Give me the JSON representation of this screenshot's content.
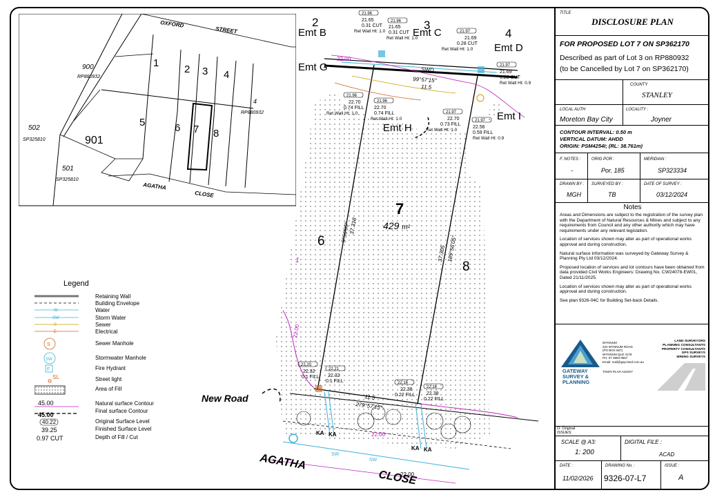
{
  "title_block": {
    "title_caption": "TITLE",
    "title": "DISCLOSURE PLAN",
    "subtitle": "FOR PROPOSED LOT 7 ON SP362170",
    "described_line1": "Described as part of Lot 3 on RP880932",
    "described_line2": "(to be Cancelled by Lot 7 on SP362170)",
    "county_caption": "COUNTY",
    "county": "STANLEY",
    "local_auth_caption": "LOCAL AUTH",
    "local_auth": "Moreton Bay City",
    "locality_caption": "LOCALITY :",
    "locality": "Joyner",
    "contour_interval": "CONTOUR INTERVAL: 0.50 m",
    "vertical_datum": "VERTICAL DATUM: AHDD",
    "origin": "ORIGIN: PSM4254I; (RL: 38.761m)",
    "fnotes_caption": "F. NOTES :",
    "fnotes": "-",
    "orig_por_caption": "ORIG POR :",
    "orig_por": "Por. 185",
    "meridian_caption": "MERIDIAN :",
    "meridian": "SP323334",
    "drawn_by_caption": "DRAWN BY :",
    "drawn_by": "MGH",
    "surveyed_by_caption": "SURVEYED BY :",
    "surveyed_by": "TB",
    "date_of_survey_caption": "DATE OF SURVEY :",
    "date_of_survey": "03/12/2024",
    "notes_heading": "Notes",
    "notes": [
      "Areas and Dimensions are subject to the registration of the survey plan with the Department of Natural Resources & Mines and subject to any requirements from Council and any other authority which may have requirements under any relevant legislation.",
      "Location of services shown may alter as part of operational works approval and during construction.",
      "Natural surface information was surveyed by Gateway Survey & Planning Pty Ltd 03/12/2024.",
      "Proposed location of services and lot contours have been obtained from data provided Civil Works Engineers: Drawing No. CW24078-EW01, Dated 21/11/2025.",
      "Location of services shown may alter as part of operational works approval and during construction.",
      "See plan 9326-04C for Building Set-back Details."
    ],
    "company_name_line1": "GATEWAY",
    "company_name_line2": "SURVEY &",
    "company_name_line3": "PLANNING",
    "company_address": [
      "WYNNUM",
      "222 WYNNUM ROAD",
      "(PO BOX 667)",
      "WYNNUM QLD 4178",
      "PH: 07 3893 0557",
      "Email: mail@gsp-land.com.au"
    ],
    "company_services": [
      "LAND SURVEYORS",
      "PLANNING CONSULTANTS",
      "PROPERTY CONSULTANTS",
      "GPS SURVEYS",
      "MINING SURVEYS"
    ],
    "town_plan_assist": "TOWN PLAN ASSIST",
    "revision_line1": "O: Original",
    "issues_caption": "ISSUES:",
    "scale_caption": "SCALE @ A3:",
    "scale": "1: 200",
    "digital_file_caption": "DIGITAL FILE :",
    "digital_file": "ACAD",
    "date_caption": "DATE :",
    "date": "11/02/2026",
    "drawing_no_caption": "DRAWING No. :",
    "drawing_no": "9326-07-L7",
    "issue_caption": "ISSUE :",
    "issue": "A"
  },
  "locality_map": {
    "street_top1": "OXFORD",
    "street_top2": "STREET",
    "street_bottom1": "AGATHA",
    "street_bottom2": "CLOSE",
    "lot_900": "900",
    "lot_900_plan": "RP880932",
    "lot_4_ext": "4",
    "lot_4_ext_plan": "RP880932",
    "lot_502": "502",
    "lot_502_plan": "SP325810",
    "lot_501": "501",
    "lot_501_plan": "SP325810",
    "lot_901": "901",
    "lots": [
      "1",
      "2",
      "3",
      "4",
      "5",
      "6",
      "7",
      "8"
    ]
  },
  "plan": {
    "lot_number": "7",
    "lot_area_value": "429",
    "lot_area_unit": "m²",
    "neighbor_left": "6",
    "neighbor_right": "8",
    "neighbor_2": "2",
    "neighbor_3": "3",
    "neighbor_4": "4",
    "emt_b": "Emt B",
    "emt_c": "Emt C",
    "emt_d": "Emt D",
    "emt_g": "Emt G",
    "emt_h": "Emt H",
    "emt_i": "Emt I",
    "bearing_top": "99°57'15\"",
    "dist_top": "11.5",
    "bearing_bottom": "279°57'15\"",
    "dist_bottom": "11.5",
    "left_side_bearing": "9°56'05\"",
    "left_side_dist": "37.318",
    "right_side_bearing": "189°56'05\"",
    "right_side_dist": "37.305",
    "new_road": "New Road",
    "street_agatha": "AGATHA",
    "street_close": "CLOSE",
    "swd": "SWD",
    "contour_22_00_a": "22.00",
    "contour_22_00_b": "22.00",
    "contour_22_00_c": "22.00",
    "contour_22_00_d": "22.00",
    "ka": "KA",
    "sw": "SW",
    "sign_1": "1",
    "level_tags": [
      {
        "osl": "21.96",
        "fsl": "21.65",
        "cut": "0.31 CUT",
        "wall": "Ret Wall Ht: 1.0"
      },
      {
        "osl": "21.96",
        "fsl": "21.65",
        "cut": "0.31 CUT",
        "wall": "Ret Wall Ht: 1.0"
      },
      {
        "osl": "21.97",
        "fsl": "21.69",
        "cut": "0.28 CUT",
        "wall": "Ret Wall Ht: 1.0"
      },
      {
        "osl": "21.97",
        "fsl": "21.69",
        "cut": "0.28 CUT",
        "wall": "Ret Wall Ht: 0.9"
      },
      {
        "osl": "21.96",
        "fsl": "22.70",
        "cut": "0.74 FILL",
        "wall": "Ret Wall Ht: 1.0"
      },
      {
        "osl": "21.96",
        "fsl": "22.70",
        "cut": "0.74 FILL",
        "wall": "Ret Wall Ht: 1.0"
      },
      {
        "osl": "21.97",
        "fsl": "22.70",
        "cut": "0.73 FILL",
        "wall": "Ret Wall Ht: 1.0"
      },
      {
        "osl": "21.97",
        "fsl": "22.56",
        "cut": "0.59 FILL",
        "wall": "Ret Wall Ht: 0.9"
      },
      {
        "osl": "22.20",
        "fsl": "22.32",
        "cut": "0.1 FILL",
        "wall": ""
      },
      {
        "osl": "22.21",
        "fsl": "22.32",
        "cut": "0.1 FILL",
        "wall": ""
      },
      {
        "osl": "22.16",
        "fsl": "22.38",
        "cut": "0.22 FILL",
        "wall": ""
      },
      {
        "osl": "22.16",
        "fsl": "22.38",
        "cut": "0.22 FILL",
        "wall": ""
      }
    ]
  },
  "legend": {
    "title": "Legend",
    "items": [
      "Retaining Wall",
      "Building Envelope",
      "Water",
      "Storm Water",
      "Sewer",
      "Electrical",
      "Sewer Manhole",
      "Stormwater Manhole",
      "Fire Hydrant",
      "Street light",
      "Area of Fill",
      "Natural surface Contour",
      "Final surface Contour",
      "Original Surface Level",
      "Finished Surface Level",
      "Depth of Fill / Cut"
    ],
    "sym_w": "W",
    "sym_sw": "SW",
    "sym_s": "S",
    "sym_e": "E",
    "sym_sl": "SL",
    "contour_natural": "45.00",
    "contour_final": "45.00",
    "osl_sample": "40.22",
    "fsl_sample": "39.25",
    "depth_sample": "0.97 CUT"
  },
  "colors": {
    "water": "#3ab0d8",
    "sewer": "#c8a000",
    "electrical": "#d06020",
    "contour": "#c020c0",
    "brand": "#1a5a8a"
  }
}
